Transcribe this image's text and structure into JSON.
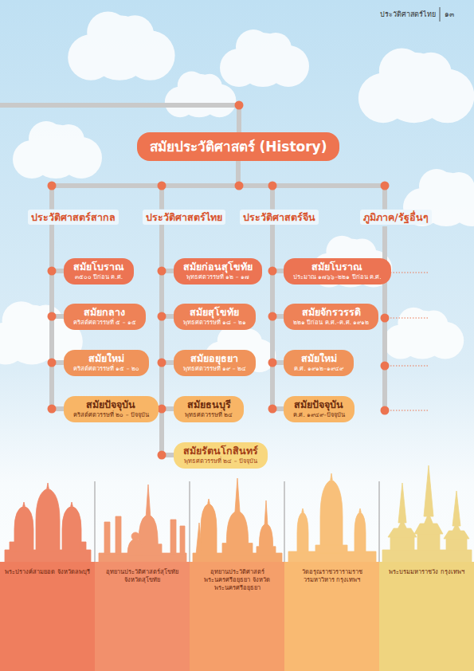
{
  "diagram": {
    "nodes": [
      {
        "text": [
          "สมัยประวัติศาสตร์ (History)"
        ]
      },
      {
        "text": [
          "ประวัติศาสตร์สากล"
        ]
      },
      {
        "text": [
          "ประวัติศาสตร์ไทย"
        ]
      },
      {
        "text": [
          "ประวัติศาสตร์จีน"
        ]
      },
      {
        "text": [
          "ภูมิภาค/รัฐอื่นๆ"
        ]
      },
      {
        "text": [
          "สมัยโบราณ",
          "๓๕๐๐ ปีก่อน ค.ศ."
        ]
      },
      {
        "text": [
          "สมัยกลาง",
          "คริสต์ศตวรรษที่ ๕ – ๑๕"
        ]
      },
      {
        "text": [
          "สมัยใหม่",
          "คริสต์ศตวรรษที่ ๑๕ – ๒๐"
        ]
      },
      {
        "text": [
          "สมัยปัจจุบัน",
          "คริสต์ศตวรรษที่ ๒๐ – ปัจจุบัน"
        ]
      },
      {
        "text": [
          "สมัยก่อนสุโขทัย",
          "พุทธศตวรรษที่ ๑๒ – ๑๗"
        ]
      },
      {
        "text": [
          "สมัยสุโขทัย",
          "พุทธศตวรรษที่ ๑๘ – ๒๑"
        ]
      },
      {
        "text": [
          "สมัยอยุธยา",
          "พุทธศตวรรษที่ ๑๙ – ๒๔"
        ]
      },
      {
        "text": [
          "สมัยธนบุรี",
          "พุทธศตวรรษที่ ๒๔"
        ]
      },
      {
        "text": [
          "สมัยรัตนโกสินทร์",
          "พุทธศตวรรษที่ ๒๔ – ปัจจุบัน"
        ]
      },
      {
        "text": [
          "สมัยโบราณ",
          "ประมาณ ๑๗๖๖–๒๒๑ ปีก่อน ค.ศ."
        ]
      },
      {
        "text": [
          "สมัยจักรวรรดิ",
          "๒๒๑ ปีก่อน ค.ศ.–ค.ศ. ๑๙๑๒"
        ]
      },
      {
        "text": [
          "สมัยใหม่",
          "ค.ศ. ๑๙๑๒–๑๙๔๙"
        ]
      },
      {
        "text": [
          "สมัยปัจจุบัน",
          "ค.ศ. ๑๙๔๙–ปัจจุบัน"
        ]
      },
      {
        "text": [
          "พระปรางค์สามยอด จังหวัดลพบุรี"
        ]
      },
      {
        "text": [
          "อุทยานประวัติศาสตร์สุโขทัย จังหวัดสุโขทัย"
        ]
      },
      {
        "text": [
          "อุทยานประวัติศาสตร์ พระนครศรีอยุธยา จังหวัดพระนครศรีอยุธยา"
        ]
      },
      {
        "text": [
          "วัดอรุณราชวรารามราชวรมหาวิหาร กรุงเทพฯ"
        ]
      },
      {
        "text": [
          "พระบรมมหาราชวัง กรุงเทพฯ"
        ]
      }
    ],
    "edges": [
      {
        "from": 0,
        "to": 1,
        "arrow": "none"
      },
      {
        "from": 0,
        "to": 2,
        "arrow": "none"
      },
      {
        "from": 0,
        "to": 3,
        "arrow": "none"
      },
      {
        "from": 0,
        "to": 4,
        "arrow": "none"
      },
      {
        "from": 1,
        "to": 5,
        "arrow": "none"
      },
      {
        "from": 1,
        "to": 6,
        "arrow": "none"
      },
      {
        "from": 1,
        "to": 7,
        "arrow": "none"
      },
      {
        "from": 1,
        "to": 8,
        "arrow": "none"
      },
      {
        "from": 2,
        "to": 9,
        "arrow": "none"
      },
      {
        "from": 2,
        "to": 10,
        "arrow": "none"
      },
      {
        "from": 2,
        "to": 11,
        "arrow": "none"
      },
      {
        "from": 2,
        "to": 12,
        "arrow": "none"
      },
      {
        "from": 2,
        "to": 13,
        "arrow": "none"
      },
      {
        "from": 3,
        "to": 14,
        "arrow": "none"
      },
      {
        "from": 3,
        "to": 15,
        "arrow": "none"
      },
      {
        "from": 3,
        "to": 16,
        "arrow": "none"
      },
      {
        "from": 3,
        "to": 17,
        "arrow": "none"
      }
    ],
    "labels": [
      "ประวัติศาสตร์ไทย",
      "๑๓"
    ]
  }
}
